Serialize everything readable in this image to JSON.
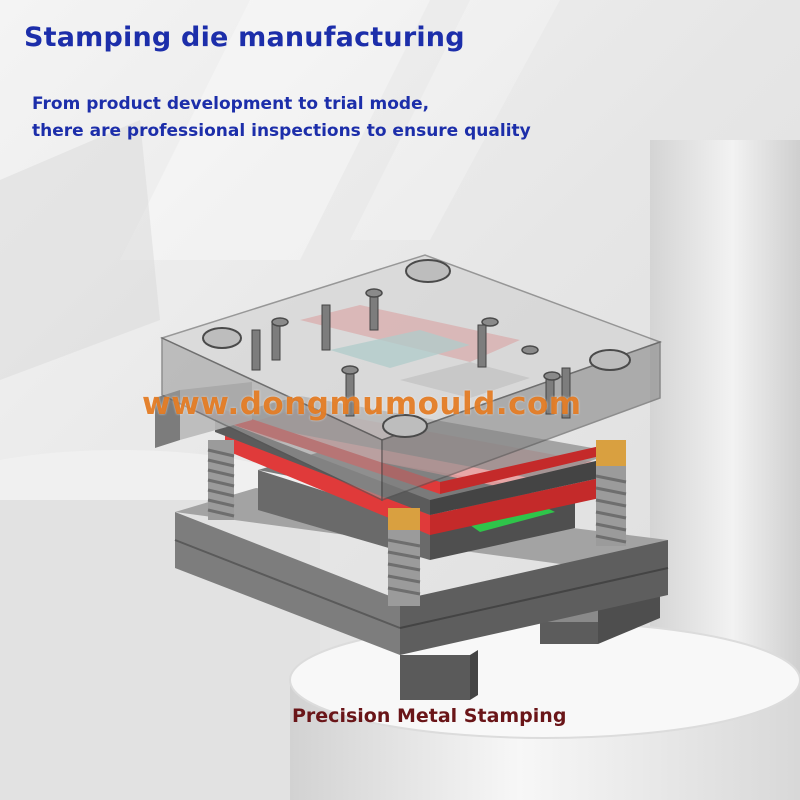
{
  "header": {
    "title": "Stamping die manufacturing",
    "subtitle_line1": "From product development to trial mode,",
    "subtitle_line2": "there are professional inspections to ensure quality"
  },
  "image": {
    "watermark": "www.dongmumould.com",
    "caption": "Precision Metal Stamping"
  },
  "colors": {
    "heading": "#1c2eaa",
    "watermark": "#e2761a",
    "caption": "#6a1518",
    "die_plate_red": "#e03a3a",
    "die_gray": "#6d6d6d"
  }
}
